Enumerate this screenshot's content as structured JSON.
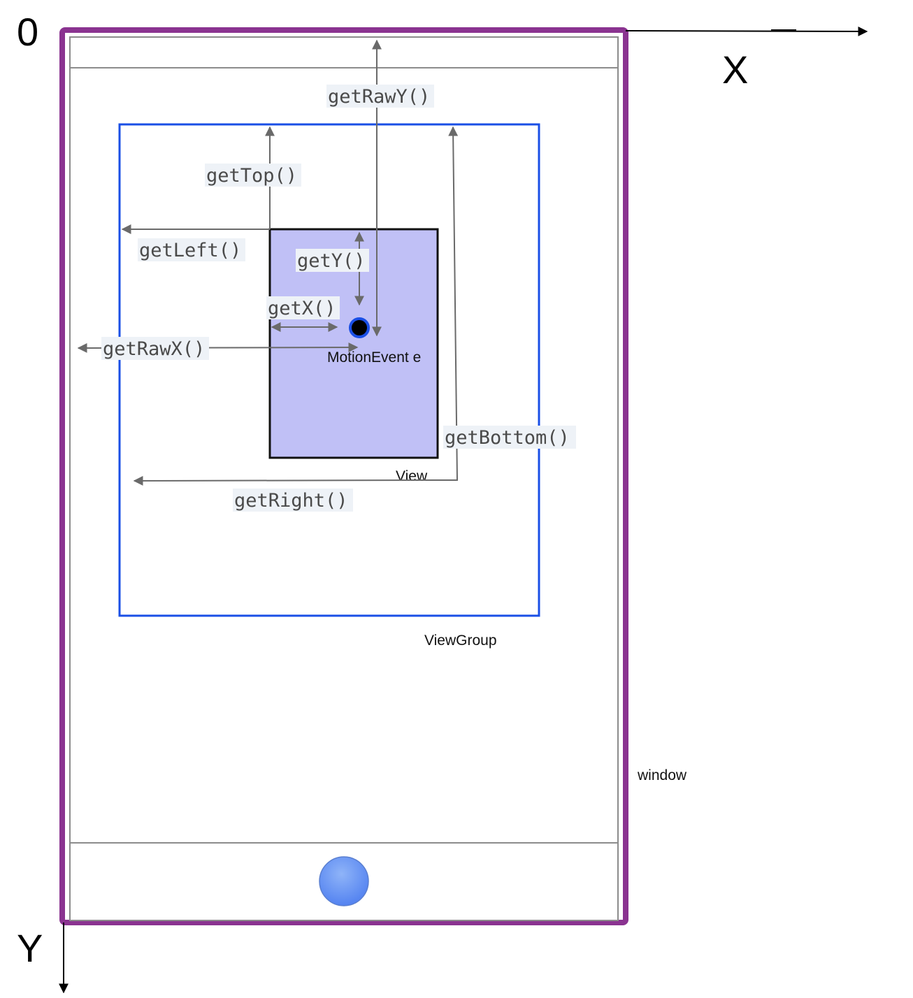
{
  "axes": {
    "origin_label": "0",
    "x_label": "X",
    "y_label": "Y"
  },
  "captions": {
    "window": "window",
    "view_group": "ViewGroup",
    "view": "View",
    "motion_event": "MotionEvent e"
  },
  "methods": {
    "get_raw_y": "getRawY()",
    "get_top": "getTop()",
    "get_left": "getLeft()",
    "get_y": "getY()",
    "get_x": "getX()",
    "get_raw_x": "getRawX()",
    "get_bottom": "getBottom()",
    "get_right": "getRight()"
  },
  "colors": {
    "window_border": "#8a3390",
    "view_group_border": "#1a4fe6",
    "view_fill": "#c0c0f6",
    "view_border": "#111111",
    "touch_point_ring": "#1a4fe6",
    "home_button": "#5f8ef0",
    "arrow": "#6a6a6a"
  }
}
